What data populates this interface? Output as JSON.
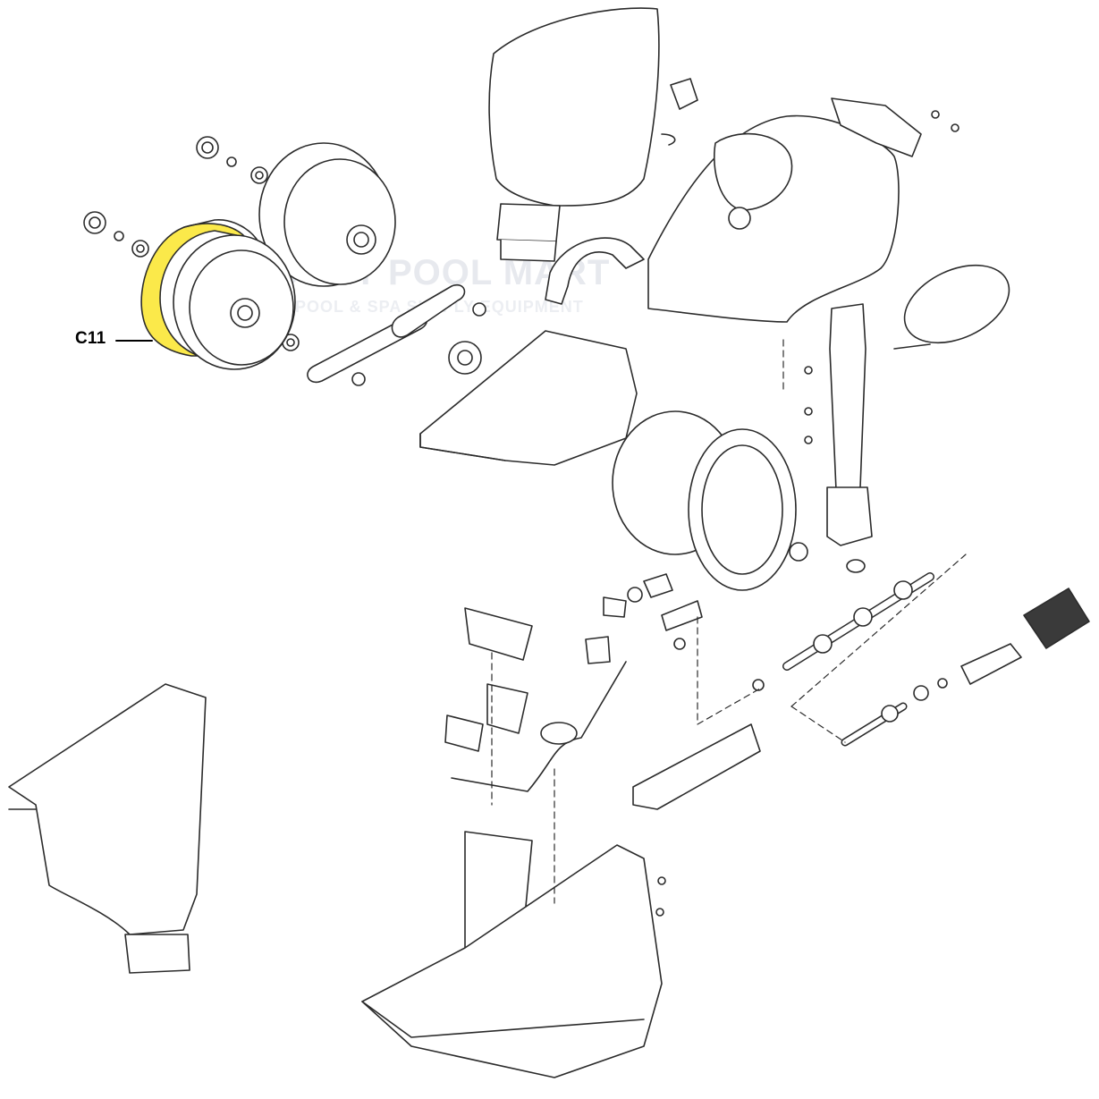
{
  "callout": {
    "label": "C11",
    "highlight_color": "#fbe94a"
  },
  "watermark": {
    "title": "DISCOUNT POOL MART",
    "subtitle": "SWIMMING POOL & SPA SUPPLY EQUIPMENT"
  },
  "colors": {
    "line": "#2b2b2b",
    "fill": "#ffffff",
    "shade": "#cfcfcf"
  }
}
